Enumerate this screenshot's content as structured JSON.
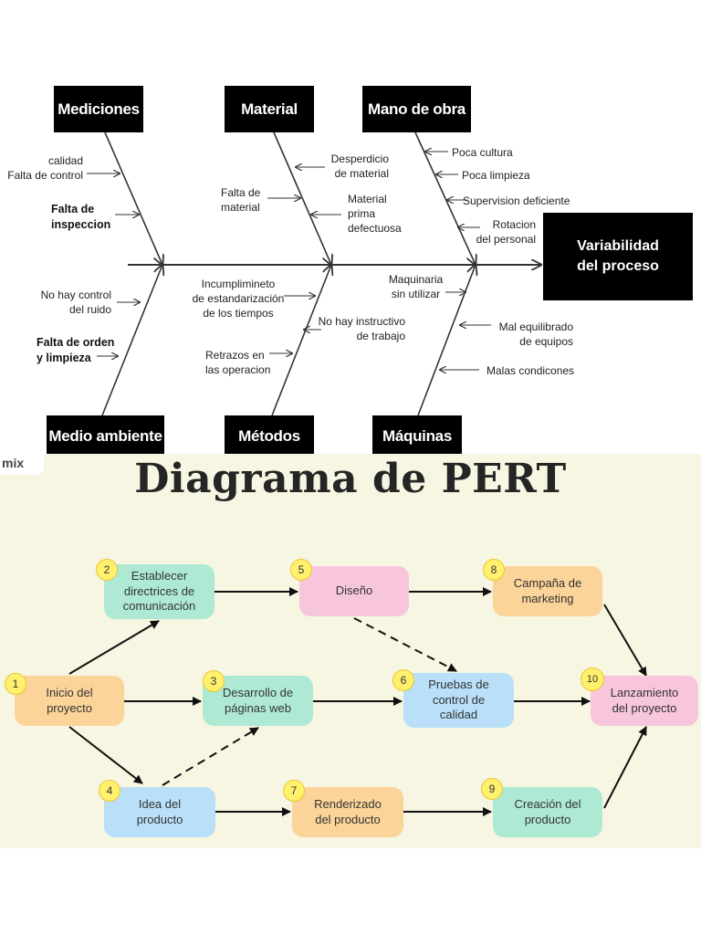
{
  "fishbone": {
    "categories": {
      "mediciones": "Mediciones",
      "material": "Material",
      "mano_de_obra": "Mano de obra",
      "medio_ambiente": "Medio ambiente",
      "metodos": "Métodos",
      "maquinas": "Máquinas"
    },
    "effect": "Variabilidad\ndel proceso",
    "causes": {
      "mediciones": [
        "calidad\nFalta de control",
        "Falta de\ninspeccion"
      ],
      "material": [
        "Desperdicio\nde material",
        "Falta de\nmaterial",
        "Material\nprima\ndefectuosa"
      ],
      "mano_de_obra": [
        "Poca cultura",
        "Poca limpieza",
        "Supervision deficiente",
        "Rotacion\ndel personal"
      ],
      "medio_ambiente": [
        "No hay control\ndel ruido",
        "Falta de orden\ny limpieza"
      ],
      "metodos": [
        "Incumplimineto\nde estandarización\nde los tiempos",
        "No hay instructivo\nde trabajo",
        "Retrazos en\nlas operacion"
      ],
      "maquinas": [
        "Maquinaria\nsin utilizar",
        "Mal equilibrado\nde equipos",
        "Malas condicones"
      ]
    }
  },
  "pert": {
    "watermark": "mix",
    "title": "Diagrama de PERT",
    "nodes": [
      {
        "num": "1",
        "label": "Inicio del\nproyecto"
      },
      {
        "num": "2",
        "label": "Establecer\ndirectrices de\ncomunicación"
      },
      {
        "num": "3",
        "label": "Desarrollo de\npáginas web"
      },
      {
        "num": "4",
        "label": "Idea del\nproducto"
      },
      {
        "num": "5",
        "label": "Diseño"
      },
      {
        "num": "6",
        "label": "Pruebas de\ncontrol de\ncalidad"
      },
      {
        "num": "7",
        "label": "Renderizado\ndel producto"
      },
      {
        "num": "8",
        "label": "Campaña de\nmarketing"
      },
      {
        "num": "9",
        "label": "Creación del\nproducto"
      },
      {
        "num": "10",
        "label": "Lanzamiento\ndel proyecto"
      }
    ],
    "colors": {
      "orange": "#fbd49a",
      "teal": "#aeead3",
      "pink": "#f7c6dd",
      "blue": "#b9e0f8",
      "badge": "#fff06e",
      "background": "#f7f6e2"
    }
  }
}
